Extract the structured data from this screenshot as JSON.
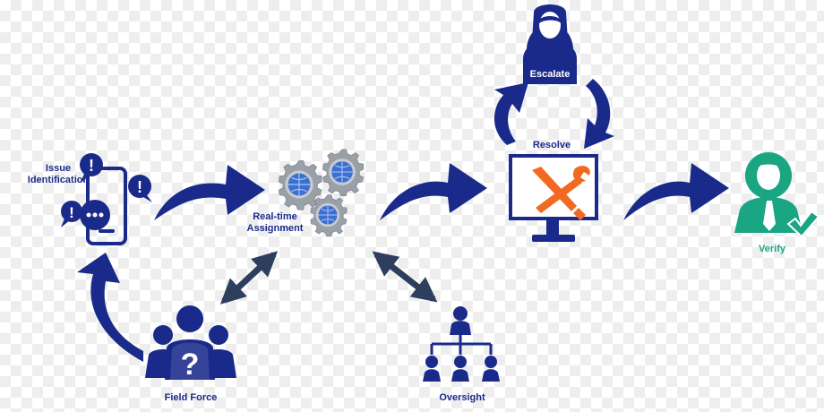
{
  "colors": {
    "primary": "#1a2a8a",
    "slate": "#2e3f5e",
    "tool": "#f26a22",
    "verify": "#1aa583",
    "gear": "#9aa0a8",
    "globe": "#3d6fd0"
  },
  "nodes": {
    "issue": {
      "label": "Issue\nIdentification",
      "icon": "phone-alerts-icon"
    },
    "assignment": {
      "label": "Real-time\nAssignment",
      "icon": "gears-icon"
    },
    "escalate": {
      "label": "Escalate",
      "icon": "agent-icon"
    },
    "resolve": {
      "label": "Resolve",
      "icon": "monitor-tools-icon"
    },
    "verify": {
      "label": "Verify",
      "icon": "verified-user-icon"
    },
    "field_force": {
      "label": "Field Force",
      "icon": "team-question-icon"
    },
    "oversight": {
      "label": "Oversight",
      "icon": "hierarchy-icon"
    }
  }
}
